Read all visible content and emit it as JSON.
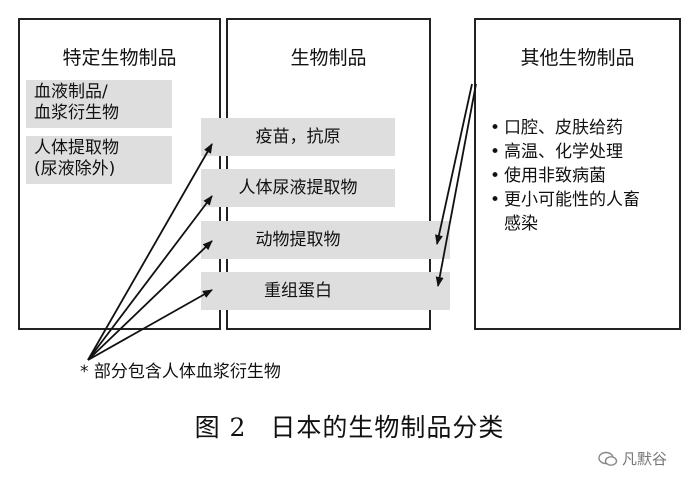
{
  "columns": {
    "left": {
      "title": "特定生物制品",
      "items": [
        [
          "血液制品/",
          "血浆衍生物"
        ],
        [
          "人体提取物",
          "(尿液除外)"
        ]
      ]
    },
    "middle": {
      "title": "生物制品",
      "items": [
        "疫苗，抗原",
        "人体尿液提取物",
        "动物提取物",
        "重组蛋白"
      ]
    },
    "right": {
      "title": "其他生物制品",
      "bullets": [
        "口腔、皮肤给药",
        "高温、化学处理",
        "使用非致病菌",
        "更小可能性的人畜",
        "感染"
      ]
    }
  },
  "footnote": "* 部分包含人体血浆衍生物",
  "caption": {
    "figure_label": "图 2",
    "title": "日本的生物制品分类"
  },
  "watermark": "凡默谷"
}
